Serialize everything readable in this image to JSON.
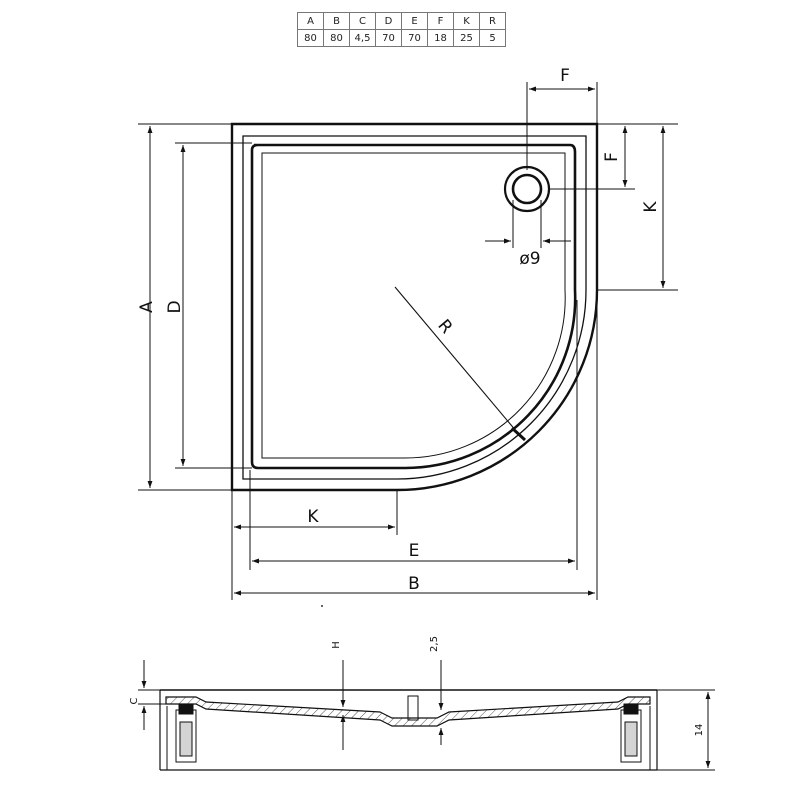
{
  "table": {
    "headers": [
      "A",
      "B",
      "C",
      "D",
      "E",
      "F",
      "K",
      "R"
    ],
    "values": [
      "80",
      "80",
      "4,5",
      "70",
      "70",
      "18",
      "25",
      "5"
    ]
  },
  "plan_labels": {
    "A": "A",
    "B": "B",
    "D": "D",
    "E": "E",
    "F_top": "F",
    "F_side": "F",
    "K_right": "K",
    "K_bottom": "K",
    "R": "R",
    "drain": "ø9"
  },
  "section_labels": {
    "C": "C",
    "H": "H",
    "depth": "2,5",
    "height": "14"
  }
}
